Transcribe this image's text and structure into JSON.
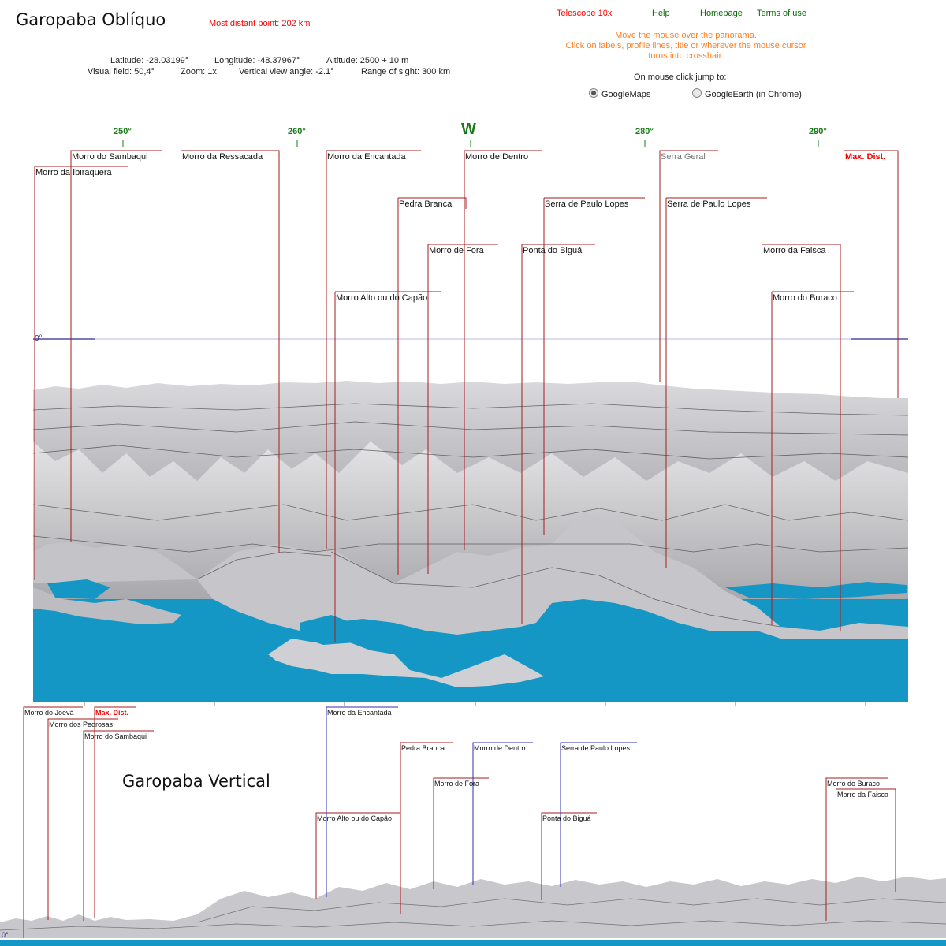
{
  "header": {
    "title": "Garopaba Oblíquo",
    "most_distant": "Most distant point: 202 km",
    "nav": {
      "telescope": "Telescope 10x",
      "help": "Help",
      "homepage": "Homepage",
      "terms": "Terms of use"
    },
    "instructions": [
      "Move the mouse over the panorama.",
      "Click on labels, profile lines, title or wherever the mouse cursor",
      "turns into crosshair."
    ],
    "jump_label": "On mouse click jump to:",
    "jump_options": [
      {
        "label": "GoogleMaps",
        "selected": true
      },
      {
        "label": "GoogleEarth (in Chrome)",
        "selected": false
      }
    ]
  },
  "info": {
    "latitude": "Latitude: -28.03199°",
    "longitude": "Longitude: -48.37967°",
    "altitude": "Altitude: 2500 + 10 m",
    "visual_field": "Visual field: 50,4°",
    "zoom": "Zoom: 1x",
    "vertical_angle": "Vertical view angle: -2.1°",
    "range": "Range of sight: 300 km"
  },
  "compass": {
    "d250": "250°",
    "d260": "260°",
    "west": "W",
    "d280": "280°",
    "d290": "290°"
  },
  "horizon_label": "0°",
  "oblique_peaks": {
    "sambaqui": "Morro do Sambaqui",
    "ibiraquera": "Morro da Ibiraquera",
    "ressacada": "Morro da Ressacada",
    "encantada": "Morro da Encantada",
    "dentro": "Morro de Dentro",
    "serra_geral": "Serra Geral",
    "maxdist": "Max. Dist.",
    "pedra_branca": "Pedra Branca",
    "paulo_lopes_1": "Serra de Paulo Lopes",
    "paulo_lopes_2": "Serra de Paulo Lopes",
    "fora": "Morro de Fora",
    "bigua": "Ponta do Biguá",
    "faisca": "Morro da Faisca",
    "capao": "Morro Alto ou do Capão",
    "buraco": "Morro do Buraco"
  },
  "vertical": {
    "title": "Garopaba Vertical",
    "horizon_label": "0°",
    "peaks": {
      "joeva": "Morro do Joevá",
      "maxdist": "Max. Dist.",
      "pedrosas": "Morro dos Pedrosas",
      "sambaqui": "Morro do Sambaqui",
      "encantada": "Morro da Encantada",
      "pedra_branca": "Pedra Branca",
      "dentro": "Morro de Dentro",
      "paulo_lopes": "Serra de Paulo Lopes",
      "fora": "Morro de Fora",
      "capao": "Morro Alto ou do Capão",
      "bigua": "Ponta do Biguá",
      "buraco": "Morro do Buraco",
      "faisca": "Morro da Faisca"
    }
  },
  "colors": {
    "water": "#1597c6",
    "terrain": "#c9c9cd",
    "label_line": "#a51d1d",
    "blue_line": "#3030b0",
    "compass": "#1a7a1a"
  }
}
